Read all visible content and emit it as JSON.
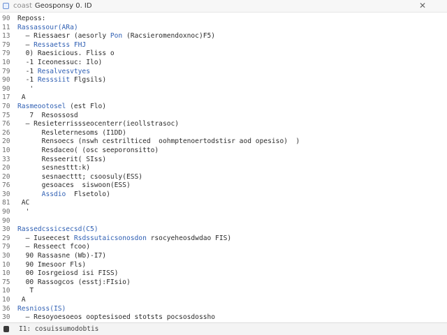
{
  "window": {
    "title_prefix": "coast",
    "title": "Geosponsy 0. ID",
    "close_glyph": "✕"
  },
  "editor": {
    "lines": [
      {
        "num": "90",
        "indent": "",
        "parts": [
          {
            "t": "Reposs:"
          }
        ]
      },
      {
        "num": "11",
        "indent": "",
        "parts": [
          {
            "t": "Rassassour(ARa)",
            "c": "kw"
          }
        ]
      },
      {
        "num": "13",
        "indent": "  ",
        "parts": [
          {
            "t": "— "
          },
          {
            "t": "Riessaesr (aesorly "
          },
          {
            "t": "Pon",
            "c": "kw"
          },
          {
            "t": " (Racsieromendoxnoc)F5)"
          }
        ]
      },
      {
        "num": "79",
        "indent": "  ",
        "parts": [
          {
            "t": "— "
          },
          {
            "t": "Ressaetss FHJ",
            "c": "kw"
          }
        ]
      },
      {
        "num": "79",
        "indent": "  ",
        "parts": [
          {
            "t": "0) Raesicious. Fliss o"
          }
        ]
      },
      {
        "num": "10",
        "indent": "  ",
        "parts": [
          {
            "t": "-1 "
          },
          {
            "t": "Iceonessuc: Ilo)"
          }
        ]
      },
      {
        "num": "79",
        "indent": "  ",
        "parts": [
          {
            "t": "-1 "
          },
          {
            "t": "Resalvesvtyes",
            "c": "kw"
          }
        ]
      },
      {
        "num": "90",
        "indent": "  ",
        "parts": [
          {
            "t": "-1 "
          },
          {
            "t": "Resssiit",
            "c": "kw"
          },
          {
            "t": " Flgsils)"
          }
        ]
      },
      {
        "num": "90",
        "indent": "  ",
        "parts": [
          {
            "t": " '"
          }
        ]
      },
      {
        "num": "17",
        "indent": "",
        "parts": [
          {
            "t": " A"
          }
        ]
      },
      {
        "num": "70",
        "indent": "",
        "parts": [
          {
            "t": "Rasmeootosel",
            "c": "kw"
          },
          {
            "t": " (est Flo)"
          }
        ]
      },
      {
        "num": "75",
        "indent": "  ",
        "parts": [
          {
            "t": " 7  Resossosd"
          }
        ]
      },
      {
        "num": "76",
        "indent": "  ",
        "parts": [
          {
            "t": "— "
          },
          {
            "t": "Resieterrissseocenterr(ieollstrasoc)"
          }
        ]
      },
      {
        "num": "26",
        "indent": "  ",
        "parts": [
          {
            "t": "    Resleternesoms (I1DD)"
          }
        ]
      },
      {
        "num": "20",
        "indent": "  ",
        "parts": [
          {
            "t": "    Rensoecs (nswh cestrilticed  oohmptenoertodstisr aod opesiso)  )"
          }
        ]
      },
      {
        "num": "10",
        "indent": "  ",
        "parts": [
          {
            "t": "    Resdaceo( (osc seeporonsitto)"
          }
        ]
      },
      {
        "num": "33",
        "indent": "  ",
        "parts": [
          {
            "t": "    Resseerit( SIss)"
          }
        ]
      },
      {
        "num": "20",
        "indent": "  ",
        "parts": [
          {
            "t": "    sesnesttt:k)"
          }
        ]
      },
      {
        "num": "20",
        "indent": "  ",
        "parts": [
          {
            "t": "    sesnaecttt; csoosuly(ESS)"
          }
        ]
      },
      {
        "num": "76",
        "indent": "  ",
        "parts": [
          {
            "t": "    gesoaces  siswoon(ESS)"
          }
        ]
      },
      {
        "num": "30",
        "indent": "  ",
        "parts": [
          {
            "t": "    "
          },
          {
            "t": "Assdio",
            "c": "kw"
          },
          {
            "t": "  Flsetolo)"
          }
        ]
      },
      {
        "num": "81",
        "indent": "",
        "parts": [
          {
            "t": " AC"
          }
        ]
      },
      {
        "num": "90",
        "indent": "",
        "parts": [
          {
            "t": "  '"
          }
        ]
      },
      {
        "num": "90",
        "indent": "",
        "parts": [
          {
            "t": ""
          }
        ]
      },
      {
        "num": "30",
        "indent": "",
        "parts": [
          {
            "t": "Rassedcssicsecsd(C5)",
            "c": "kw"
          }
        ]
      },
      {
        "num": "29",
        "indent": "  ",
        "parts": [
          {
            "t": "— "
          },
          {
            "t": "Iuseecest "
          },
          {
            "t": "Rsdssutaicsonosdon",
            "c": "kw"
          },
          {
            "t": " rsocyeheosdwdao FIS)"
          }
        ]
      },
      {
        "num": "79",
        "indent": "  ",
        "parts": [
          {
            "t": "— "
          },
          {
            "t": "Resseect fcoo)"
          }
        ]
      },
      {
        "num": "30",
        "indent": "  ",
        "parts": [
          {
            "t": "90 "
          },
          {
            "t": "Rassasne (Wb)-I7)"
          }
        ]
      },
      {
        "num": "10",
        "indent": "  ",
        "parts": [
          {
            "t": "90 "
          },
          {
            "t": "Imesoor Fls)"
          }
        ]
      },
      {
        "num": "10",
        "indent": "  ",
        "parts": [
          {
            "t": "00 "
          },
          {
            "t": "Iosrgeiosd isi FISS)"
          }
        ]
      },
      {
        "num": "75",
        "indent": "  ",
        "parts": [
          {
            "t": "00 "
          },
          {
            "t": "Rassogcos (esstj:FIsio)"
          }
        ]
      },
      {
        "num": "10",
        "indent": "  ",
        "parts": [
          {
            "t": " T"
          }
        ]
      },
      {
        "num": "10",
        "indent": "",
        "parts": [
          {
            "t": " A"
          }
        ]
      },
      {
        "num": "36",
        "indent": "",
        "parts": [
          {
            "t": "Resnioss(IS)",
            "c": "kw"
          }
        ]
      },
      {
        "num": "30",
        "indent": "  ",
        "parts": [
          {
            "t": "— "
          },
          {
            "t": "Resoyoesoeos ooptesisoed stotsts pocsosdossho"
          }
        ]
      }
    ]
  },
  "status": {
    "text": "I1: cosuissumodobtis"
  }
}
